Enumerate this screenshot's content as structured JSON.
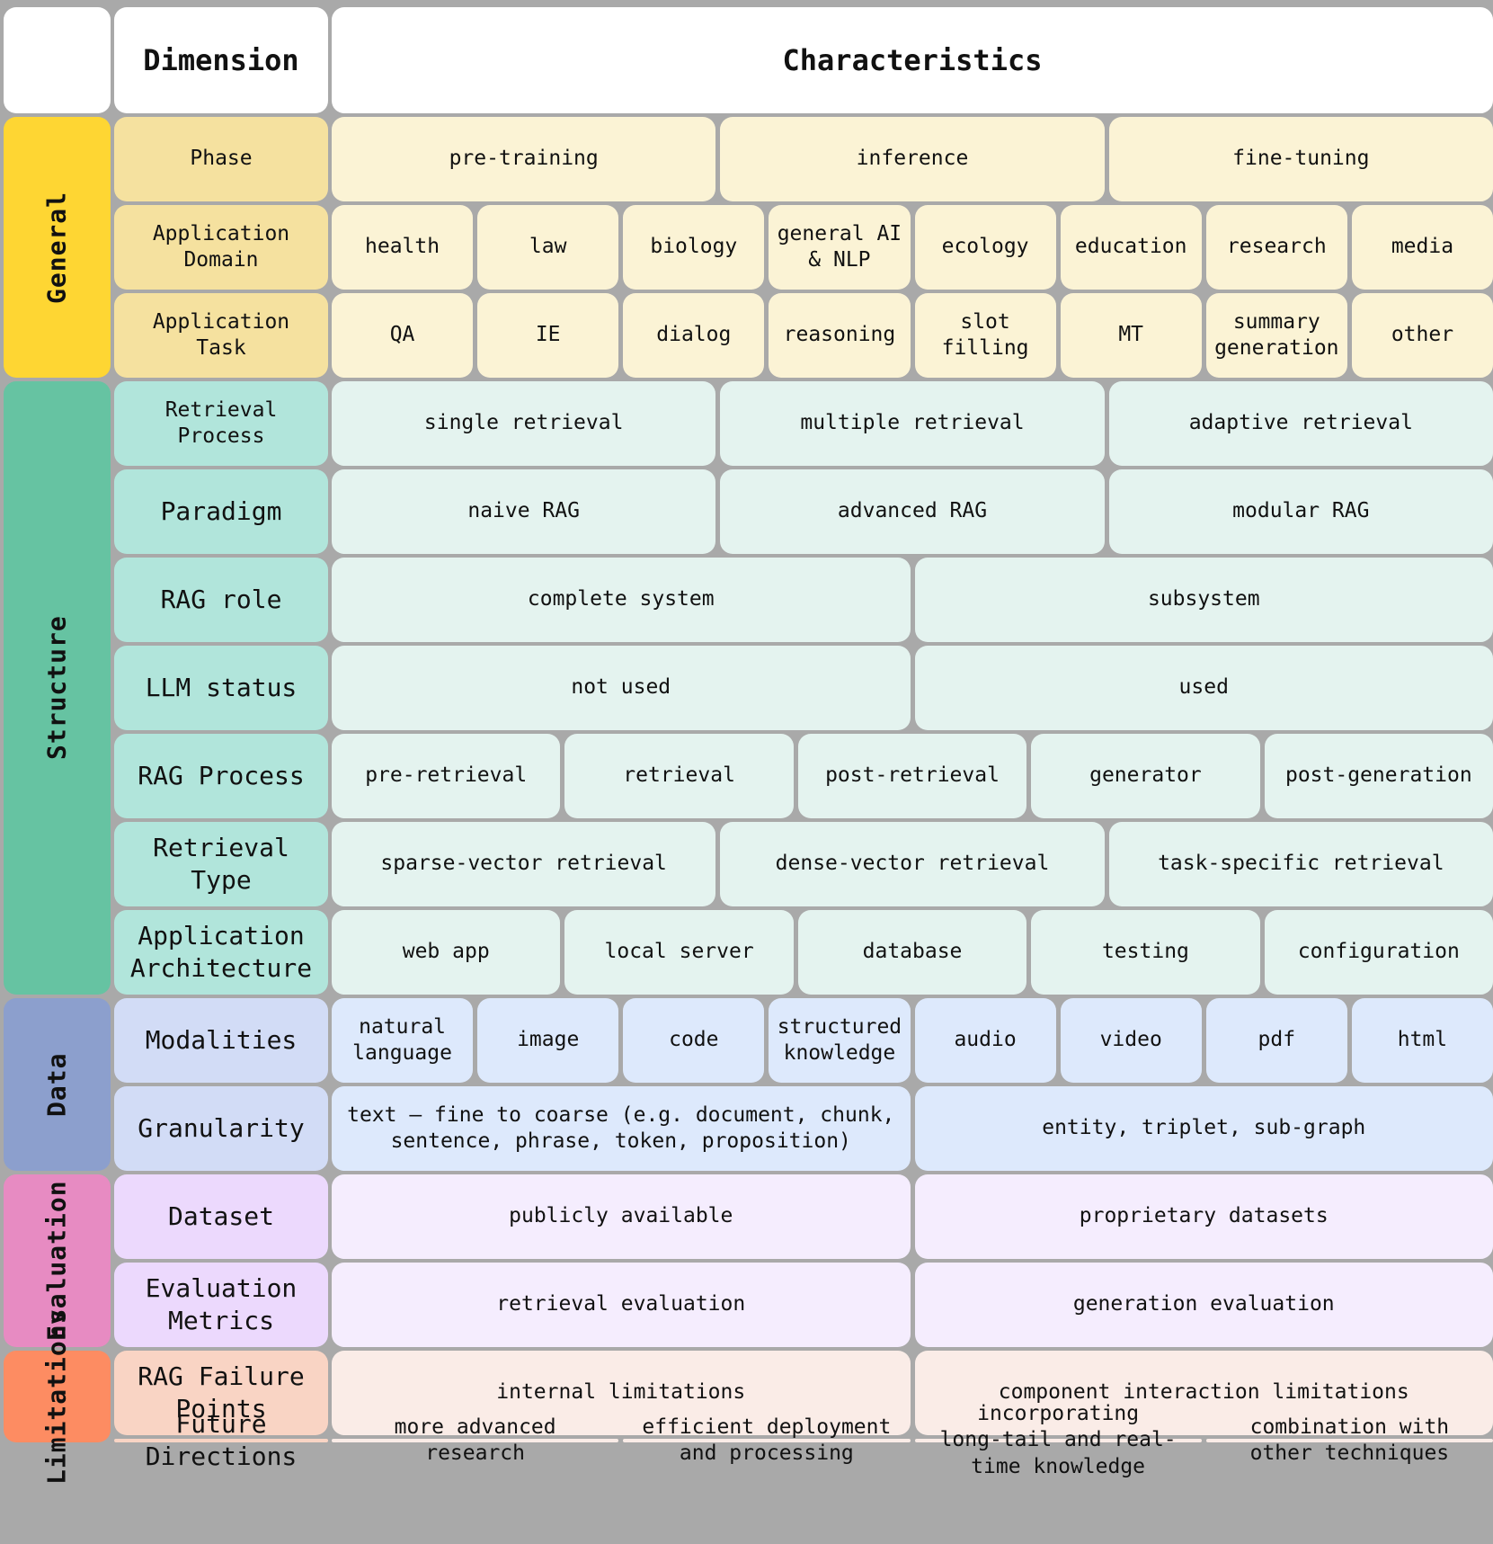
{
  "header": {
    "dimension": "Dimension",
    "characteristics": "Characteristics"
  },
  "colors": {
    "general": "#fed633",
    "structure": "#66c3a2",
    "data": "#8c9fcd",
    "evaluation": "#e78bc2",
    "limitations": "#fd8c62"
  },
  "categories": [
    {
      "name": "General",
      "key": "general",
      "rows": [
        {
          "dimension": "Phase",
          "items": [
            "pre-training",
            "inference",
            "fine-tuning"
          ]
        },
        {
          "dimension": "Application\nDomain",
          "items": [
            "health",
            "law",
            "biology",
            "general AI\n& NLP",
            "ecology",
            "education",
            "research",
            "media"
          ]
        },
        {
          "dimension": "Application\nTask",
          "items": [
            "QA",
            "IE",
            "dialog",
            "reasoning",
            "slot\nfilling",
            "MT",
            "summary\ngeneration",
            "other"
          ]
        }
      ]
    },
    {
      "name": "Structure",
      "key": "structure",
      "rows": [
        {
          "dimension": "Retrieval\nProcess",
          "items": [
            "single retrieval",
            "multiple retrieval",
            "adaptive retrieval"
          ]
        },
        {
          "dimension": "Paradigm",
          "big": true,
          "items": [
            "naive RAG",
            "advanced RAG",
            "modular RAG"
          ]
        },
        {
          "dimension": "RAG role",
          "big": true,
          "items": [
            "complete system",
            "subsystem"
          ]
        },
        {
          "dimension": "LLM status",
          "big": true,
          "items": [
            "not used",
            "used"
          ]
        },
        {
          "dimension": "RAG Process",
          "big": true,
          "items": [
            "pre-retrieval",
            "retrieval",
            "post-retrieval",
            "generator",
            "post-generation"
          ]
        },
        {
          "dimension": "Retrieval\nType",
          "big": true,
          "items": [
            "sparse-vector retrieval",
            "dense-vector retrieval",
            "task-specific retrieval"
          ]
        },
        {
          "dimension": "Application\nArchitecture",
          "big": true,
          "items": [
            "web app",
            "local server",
            "database",
            "testing",
            "configuration"
          ]
        }
      ]
    },
    {
      "name": "Data",
      "key": "data",
      "rows": [
        {
          "dimension": "Modalities",
          "big": true,
          "items": [
            "natural\nlanguage",
            "image",
            "code",
            "structured\nknowledge",
            "audio",
            "video",
            "pdf",
            "html"
          ]
        },
        {
          "dimension": "Granularity",
          "big": true,
          "items": [
            "text – fine to coarse (e.g. document, chunk,\nsentence, phrase, token, proposition)",
            "entity, triplet, sub-graph"
          ]
        }
      ]
    },
    {
      "name": "Evaluation",
      "key": "eval",
      "rows": [
        {
          "dimension": "Dataset",
          "big": true,
          "items": [
            "publicly available",
            "proprietary datasets"
          ]
        },
        {
          "dimension": "Evaluation\nMetrics",
          "big": true,
          "items": [
            "retrieval evaluation",
            "generation evaluation"
          ]
        }
      ]
    },
    {
      "name": "Limitations",
      "key": "lim",
      "rows": [
        {
          "dimension": "RAG Failure\nPoints",
          "big": true,
          "items": [
            "internal limitations",
            "component interaction limitations"
          ]
        },
        {
          "dimension": "Future\nDirections",
          "big": true,
          "items": [
            "more advanced\nresearch",
            "efficient deployment\nand processing",
            "incorporating\nlong-tail and real-\ntime knowledge",
            "combination with\nother techniques"
          ]
        }
      ]
    }
  ]
}
